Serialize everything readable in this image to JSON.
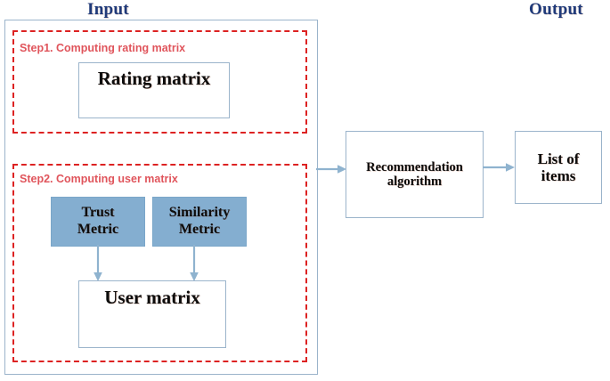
{
  "titles": {
    "input": "Input",
    "output": "Output",
    "color": "#1f3a7a"
  },
  "steps": [
    {
      "id": "step1",
      "label": "Step1. Computing rating matrix",
      "border_color": "#dd2222",
      "label_color": "#e0555c"
    },
    {
      "id": "step2",
      "label": "Step2. Computing user matrix",
      "border_color": "#dd2222",
      "label_color": "#e0555c"
    }
  ],
  "boxes": {
    "rating_matrix": {
      "label": "Rating matrix",
      "fill": "#ffffff",
      "border": "#9bb4cb"
    },
    "trust_metric": {
      "label": "Trust\nMetric",
      "line1": "Trust",
      "line2": "Metric",
      "fill": "#84aed0",
      "border": "#7aa6c9"
    },
    "similarity_metric": {
      "label": "Similarity\nMetric",
      "line1": "Similarity",
      "line2": "Metric",
      "fill": "#84aed0",
      "border": "#7aa6c9"
    },
    "user_matrix": {
      "label": "User matrix",
      "fill": "#ffffff",
      "border": "#9bb4cb"
    },
    "recommendation_algorithm": {
      "label": "Recommendation\nalgorithm",
      "line1": "Recommendation",
      "line2": "algorithm",
      "fill": "#ffffff",
      "border": "#9bb4cb"
    },
    "list_of_items": {
      "label": "List of\nitems",
      "line1": "List of",
      "line2": "items",
      "fill": "#ffffff",
      "border": "#9bb4cb"
    }
  },
  "arrows": [
    {
      "name": "input-to-recommendation",
      "from": "input-container",
      "to": "recommendation-algorithm",
      "direction": "right",
      "color": "#8fb3cf"
    },
    {
      "name": "recommendation-to-list",
      "from": "recommendation-algorithm",
      "to": "list-of-items",
      "direction": "right",
      "color": "#8fb3cf"
    },
    {
      "name": "trust-to-user-matrix",
      "from": "trust-metric",
      "to": "user-matrix",
      "direction": "down",
      "color": "#8fb3cf"
    },
    {
      "name": "similarity-to-user-matrix",
      "from": "similarity-metric",
      "to": "user-matrix",
      "direction": "down",
      "color": "#8fb3cf"
    }
  ],
  "container": {
    "name": "input-container",
    "border": "#9bb4cb",
    "fill": "#ffffff"
  }
}
